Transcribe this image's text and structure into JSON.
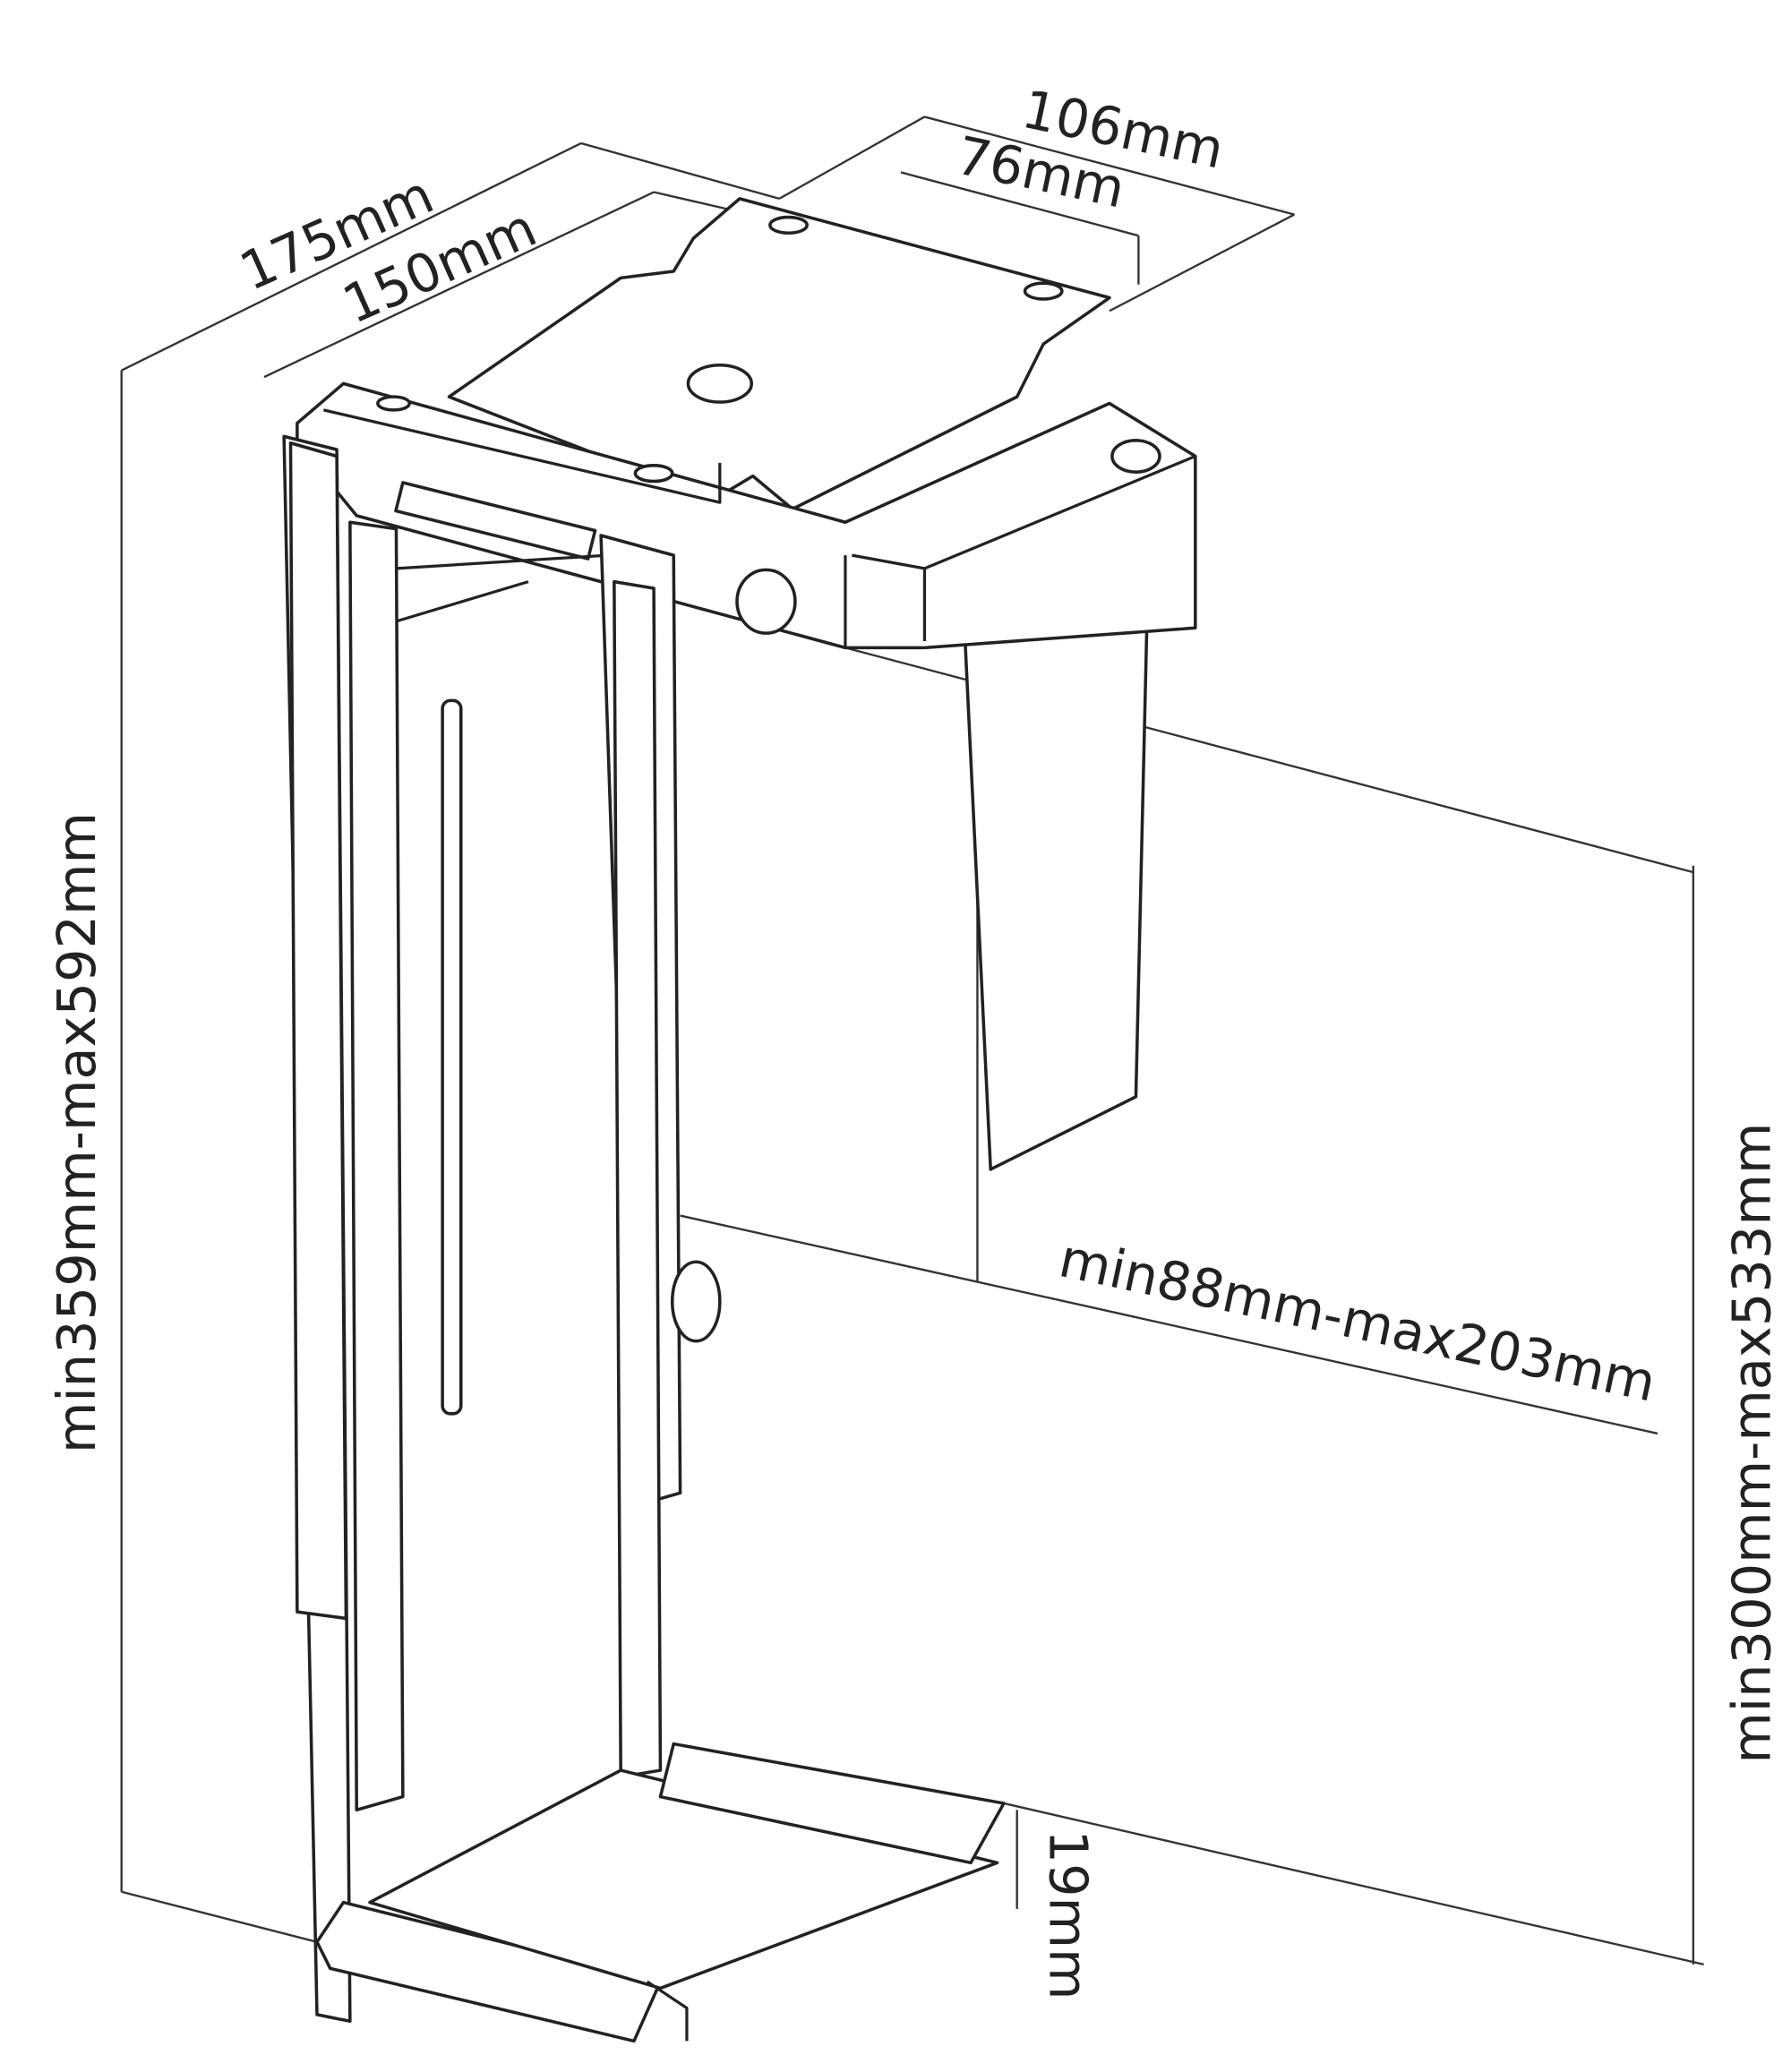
{
  "title": "CPU holder dimensions diagram",
  "dimensions": {
    "top_depth_outer": "175mm",
    "top_depth_inner": "150mm",
    "top_width_outer": "106mm",
    "top_width_inner": "76mm",
    "height_range": "min359mm-max592mm",
    "width_range": "min88mm-max203mm",
    "inner_height_range": "min300mm-max533mm",
    "base_lip": "19mm"
  }
}
